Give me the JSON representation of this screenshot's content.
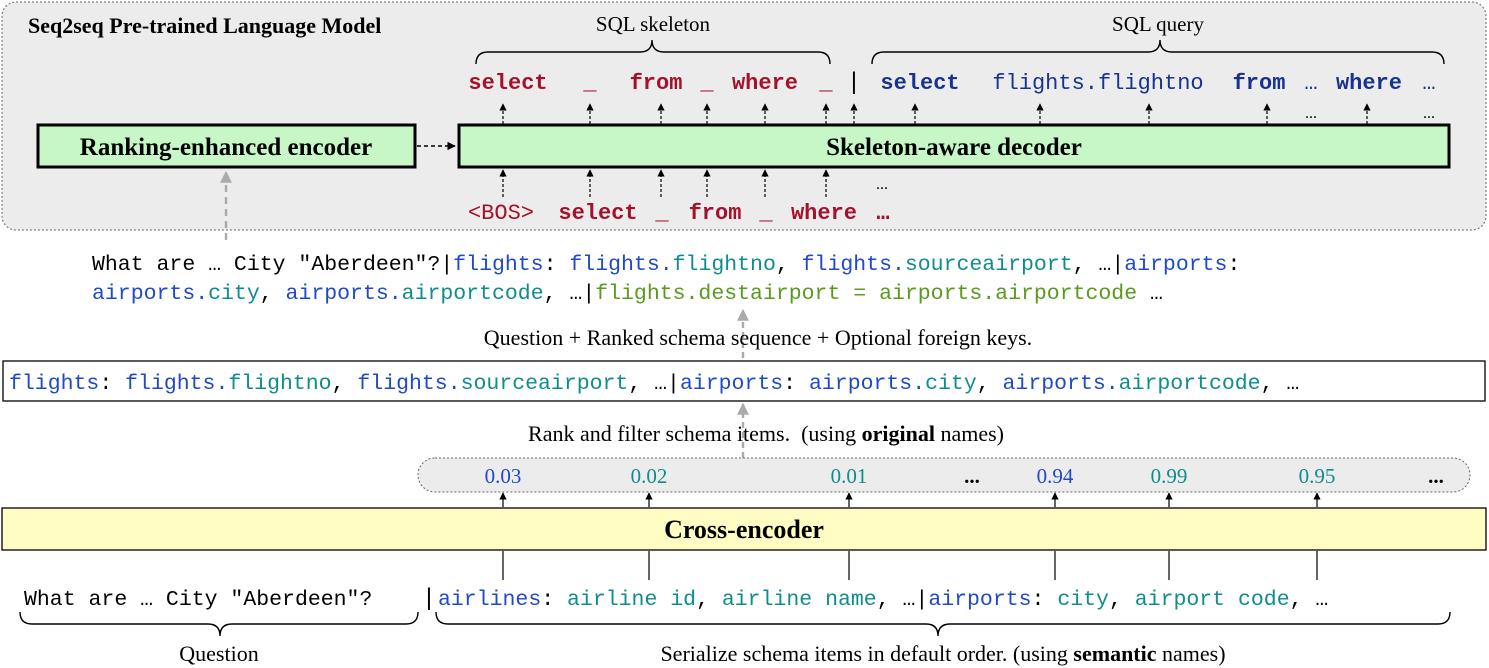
{
  "colors": {
    "keyword": "#a5112b",
    "schema_blue": "#1f49c8",
    "schema_teal": "#0f8c8c",
    "foreign_key": "#5a9a1e",
    "sql_dark": "#17338f",
    "encoder_fill": "#c7f7c6",
    "cross_encoder_fill": "#fffcc4",
    "panel_fill": "#ececec"
  },
  "panel": {
    "title": "Seq2seq Pre-trained Language Model",
    "skeleton_label": "SQL skeleton",
    "query_label": "SQL query",
    "skeleton_tokens": [
      "select",
      "_",
      "from",
      "_",
      "where",
      "_"
    ],
    "separator": "|",
    "query_tokens": [
      "select",
      "flights.flightno",
      "from",
      "…",
      "where",
      "…"
    ],
    "query_ellipsis_1": "...",
    "query_ellipsis_2": "...",
    "encoder_label": "Ranking-enhanced encoder",
    "decoder_label": "Skeleton-aware decoder",
    "decoder_inputs": [
      "<BOS>",
      "select",
      "_",
      "from",
      "_",
      "where",
      "…"
    ],
    "decoder_input_ellipsis": "..."
  },
  "encoder_input": {
    "line1": [
      {
        "text": "What are … City \"Aberdeen\"?|",
        "role": "plain"
      },
      {
        "text": "flights",
        "role": "blue"
      },
      {
        "text": ": ",
        "role": "plain"
      },
      {
        "text": "flights.",
        "role": "blue"
      },
      {
        "text": "flightno",
        "role": "teal"
      },
      {
        "text": ", ",
        "role": "plain"
      },
      {
        "text": "flights.",
        "role": "blue"
      },
      {
        "text": "sourceairport",
        "role": "teal"
      },
      {
        "text": ", …|",
        "role": "plain"
      },
      {
        "text": "airports",
        "role": "blue"
      },
      {
        "text": ":",
        "role": "plain"
      }
    ],
    "line2": [
      {
        "text": "airports.",
        "role": "blue"
      },
      {
        "text": "city",
        "role": "teal"
      },
      {
        "text": ", ",
        "role": "plain"
      },
      {
        "text": "airports.",
        "role": "blue"
      },
      {
        "text": "airportcode",
        "role": "teal"
      },
      {
        "text": ", …|",
        "role": "plain"
      },
      {
        "text": "flights.destairport = airports.airportcode",
        "role": "green"
      },
      {
        "text": " …",
        "role": "plain"
      }
    ],
    "caption": "Question + Ranked schema sequence + Optional foreign keys."
  },
  "ranked_sequence": {
    "tokens": [
      {
        "text": "flights",
        "role": "blue"
      },
      {
        "text": ": ",
        "role": "plain"
      },
      {
        "text": "flights.",
        "role": "blue"
      },
      {
        "text": "flightno",
        "role": "teal"
      },
      {
        "text": ", ",
        "role": "plain"
      },
      {
        "text": "flights.",
        "role": "blue"
      },
      {
        "text": "sourceairport",
        "role": "teal"
      },
      {
        "text": ", …|",
        "role": "plain"
      },
      {
        "text": "airports",
        "role": "blue"
      },
      {
        "text": ": ",
        "role": "plain"
      },
      {
        "text": "airports.",
        "role": "blue"
      },
      {
        "text": "city",
        "role": "teal"
      },
      {
        "text": ", ",
        "role": "plain"
      },
      {
        "text": "airports.",
        "role": "blue"
      },
      {
        "text": "airportcode",
        "role": "teal"
      },
      {
        "text": ", …",
        "role": "plain"
      }
    ],
    "caption_before": "Rank and filter schema items.  (using ",
    "caption_bold": "original",
    "caption_after": " names)"
  },
  "scores": [
    {
      "value": "0.03",
      "role": "blue"
    },
    {
      "value": "0.02",
      "role": "teal"
    },
    {
      "value": "0.01",
      "role": "teal"
    },
    {
      "value": "...",
      "role": "plain"
    },
    {
      "value": "0.94",
      "role": "blue"
    },
    {
      "value": "0.99",
      "role": "teal"
    },
    {
      "value": "0.95",
      "role": "teal"
    },
    {
      "value": "...",
      "role": "plain"
    }
  ],
  "cross_encoder": {
    "label": "Cross-encoder"
  },
  "serialized_input": {
    "question": "What are … City \"Aberdeen\"?",
    "separator": "|",
    "schema_tokens": [
      {
        "text": "airlines",
        "role": "blue"
      },
      {
        "text": ": ",
        "role": "plain"
      },
      {
        "text": "airline id",
        "role": "teal"
      },
      {
        "text": ", ",
        "role": "plain"
      },
      {
        "text": "airline name",
        "role": "teal"
      },
      {
        "text": ", …|",
        "role": "plain"
      },
      {
        "text": "airports",
        "role": "blue"
      },
      {
        "text": ": ",
        "role": "plain"
      },
      {
        "text": "city",
        "role": "teal"
      },
      {
        "text": ", ",
        "role": "plain"
      },
      {
        "text": "airport code",
        "role": "teal"
      },
      {
        "text": ", …",
        "role": "plain"
      }
    ],
    "question_label": "Question",
    "schema_caption_before": "Serialize schema items in default order. (using ",
    "schema_caption_bold": "semantic",
    "schema_caption_after": " names)"
  }
}
